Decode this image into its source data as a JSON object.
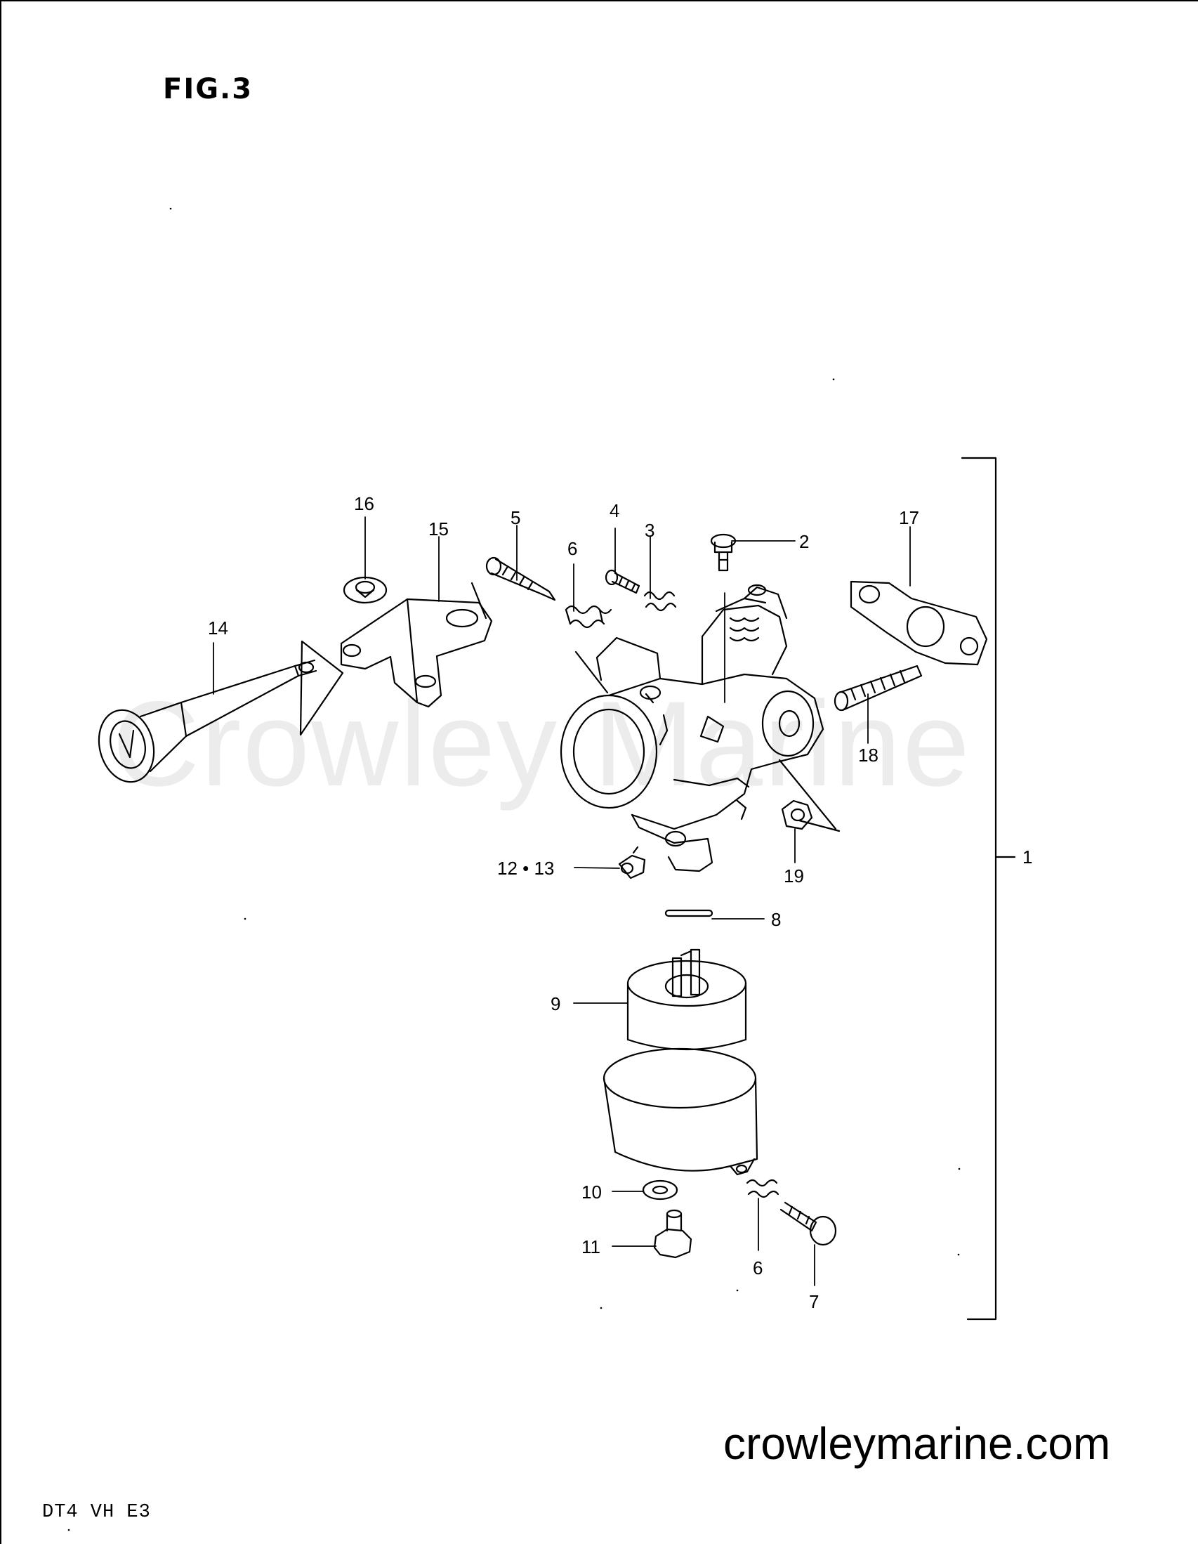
{
  "figure": {
    "title": "FIG.3"
  },
  "watermark": "Crowley Marine",
  "site_url": "crowleymarine.com",
  "model_code": "DT4 VH E3",
  "callouts": {
    "c1": "1",
    "c2": "2",
    "c3": "3",
    "c4": "4",
    "c5": "5",
    "c6a": "6",
    "c6b": "6",
    "c7": "7",
    "c8": "8",
    "c9": "9",
    "c10": "10",
    "c11": "11",
    "c1213": "12 • 13",
    "c14": "14",
    "c15": "15",
    "c16": "16",
    "c17": "17",
    "c18": "18",
    "c19": "19"
  }
}
